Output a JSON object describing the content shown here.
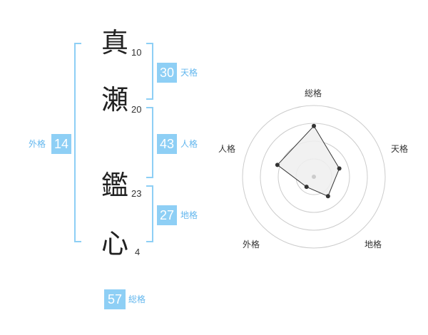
{
  "name": {
    "chars": [
      {
        "char": "真",
        "strokes": "10"
      },
      {
        "char": "瀬",
        "strokes": "20"
      },
      {
        "char": "鑑",
        "strokes": "23"
      },
      {
        "char": "心",
        "strokes": "4"
      }
    ]
  },
  "fortunes": {
    "tenkaku": {
      "value": "30",
      "label": "天格"
    },
    "jinkaku": {
      "value": "43",
      "label": "人格"
    },
    "chikaku": {
      "value": "27",
      "label": "地格"
    },
    "gaikaku": {
      "value": "14",
      "label": "外格"
    },
    "soukaku": {
      "value": "57",
      "label": "総格"
    }
  },
  "colors": {
    "accent": "#8ecff5",
    "label": "#63b7ee"
  },
  "chart_data": {
    "type": "radar",
    "axes": [
      "総格",
      "天格",
      "地格",
      "外格",
      "人格"
    ],
    "values": [
      57,
      30,
      27,
      14,
      43
    ],
    "rings": 4
  }
}
